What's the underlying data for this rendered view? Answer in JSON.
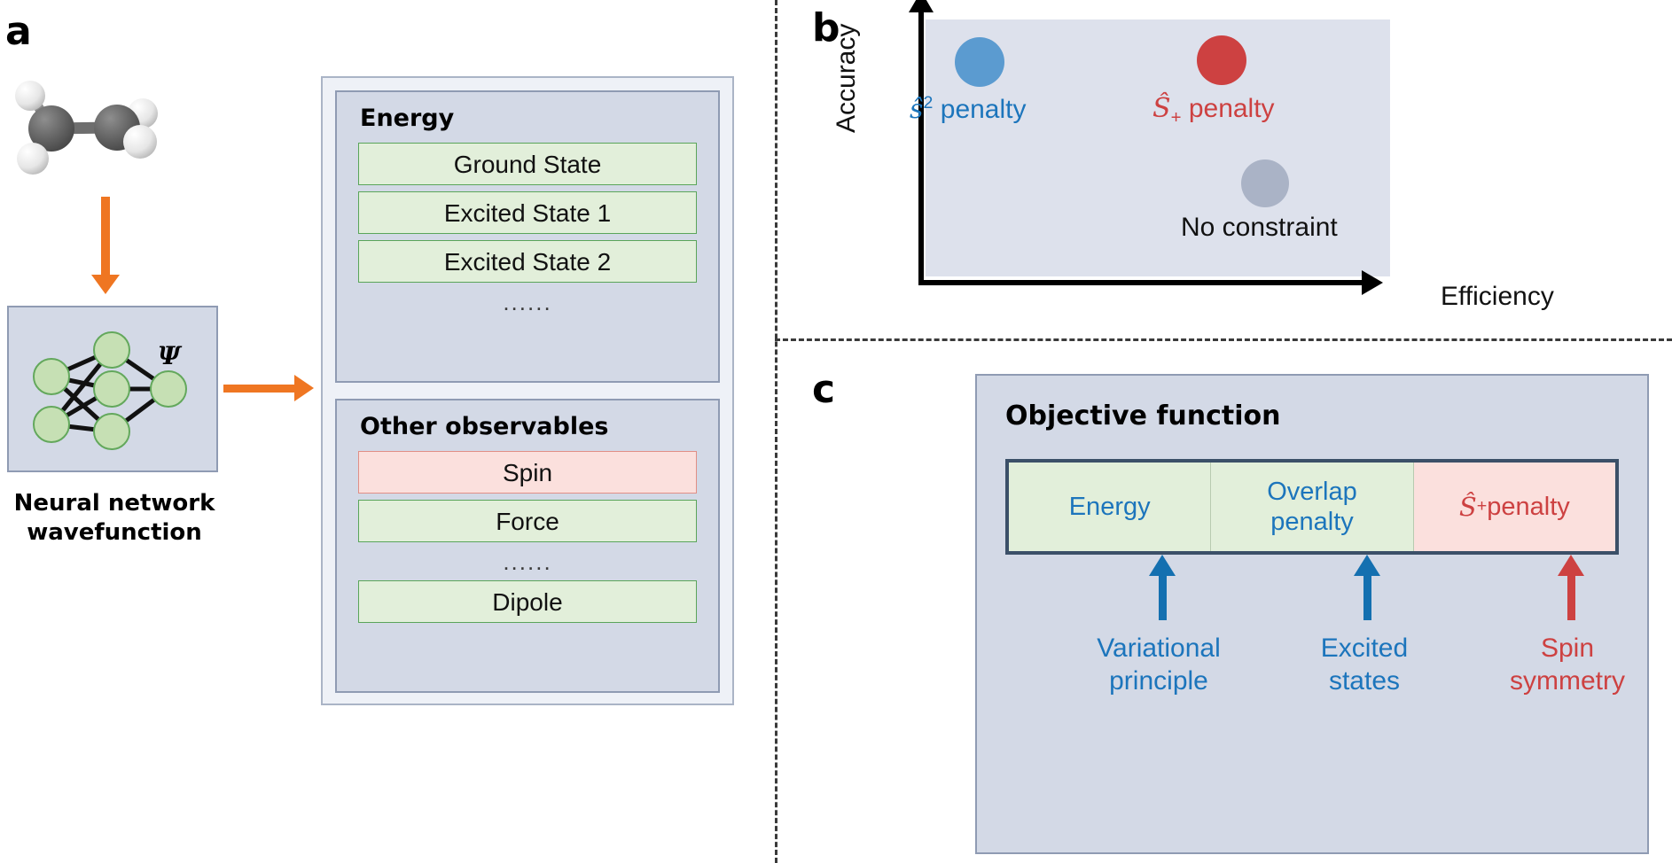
{
  "panels": {
    "a": {
      "letter": "a",
      "molecule_alt": "ethylene-molecule-ball-and-stick",
      "nn_caption_line1": "Neural network",
      "nn_caption_line2": "wavefunction",
      "psi_symbol": "Ψ",
      "groups": [
        {
          "title": "Energy",
          "items": [
            {
              "label": "Ground State",
              "color": "green"
            },
            {
              "label": "Excited State 1",
              "color": "green"
            },
            {
              "label": "Excited State 2",
              "color": "green"
            }
          ],
          "ellipsis": "......"
        },
        {
          "title": "Other observables",
          "items": [
            {
              "label": "Spin",
              "color": "pink"
            },
            {
              "label": "Force",
              "color": "green"
            }
          ],
          "ellipsis": "......",
          "items_after": [
            {
              "label": "Dipole",
              "color": "green"
            }
          ]
        }
      ]
    },
    "b": {
      "letter": "b",
      "ylabel": "Accuracy",
      "xlabel": "Efficiency",
      "points": [
        {
          "name": "s2-penalty",
          "label_prefix": "S",
          "label_sup": "2",
          "label_sub": "",
          "label_suffix": " penalty",
          "color": "#5b9bd0",
          "text_color": "#1c75bc",
          "x_rel": 0.14,
          "y_rel": 0.87
        },
        {
          "name": "s-plus-penalty",
          "label_prefix": "S",
          "label_sup": "",
          "label_sub": "+",
          "label_suffix": " penalty",
          "color": "#cd4141",
          "text_color": "#cd4141",
          "x_rel": 0.62,
          "y_rel": 0.88
        },
        {
          "name": "no-constraint",
          "label_prefix": "",
          "label_sup": "",
          "label_sub": "",
          "label_suffix": "No constraint",
          "color": "#aab3c6",
          "text_color": "#111111",
          "x_rel": 0.71,
          "y_rel": 0.43
        }
      ]
    },
    "c": {
      "letter": "c",
      "title": "Objective function",
      "cells": [
        {
          "label": "Energy",
          "color": "green"
        },
        {
          "label": "Overlap\npenalty",
          "color": "green"
        },
        {
          "label_prefix": "S",
          "label_sub": "+",
          "label_suffix": " penalty",
          "color": "pink"
        }
      ],
      "bottom_labels": [
        {
          "line1": "Variational",
          "line2": "principle",
          "color": "blue"
        },
        {
          "line1": "Excited",
          "line2": "states",
          "color": "blue"
        },
        {
          "line1": "Spin",
          "line2": "symmetry",
          "color": "red"
        }
      ]
    }
  },
  "colors": {
    "orange_arrow": "#ef7622",
    "panel_bg": "#d3d9e6",
    "green_item": "#e2efda",
    "pink_item": "#fbe0dd",
    "blue_accent": "#1c75bc",
    "red_accent": "#cd4141",
    "plot_bg": "#dde1ec"
  }
}
